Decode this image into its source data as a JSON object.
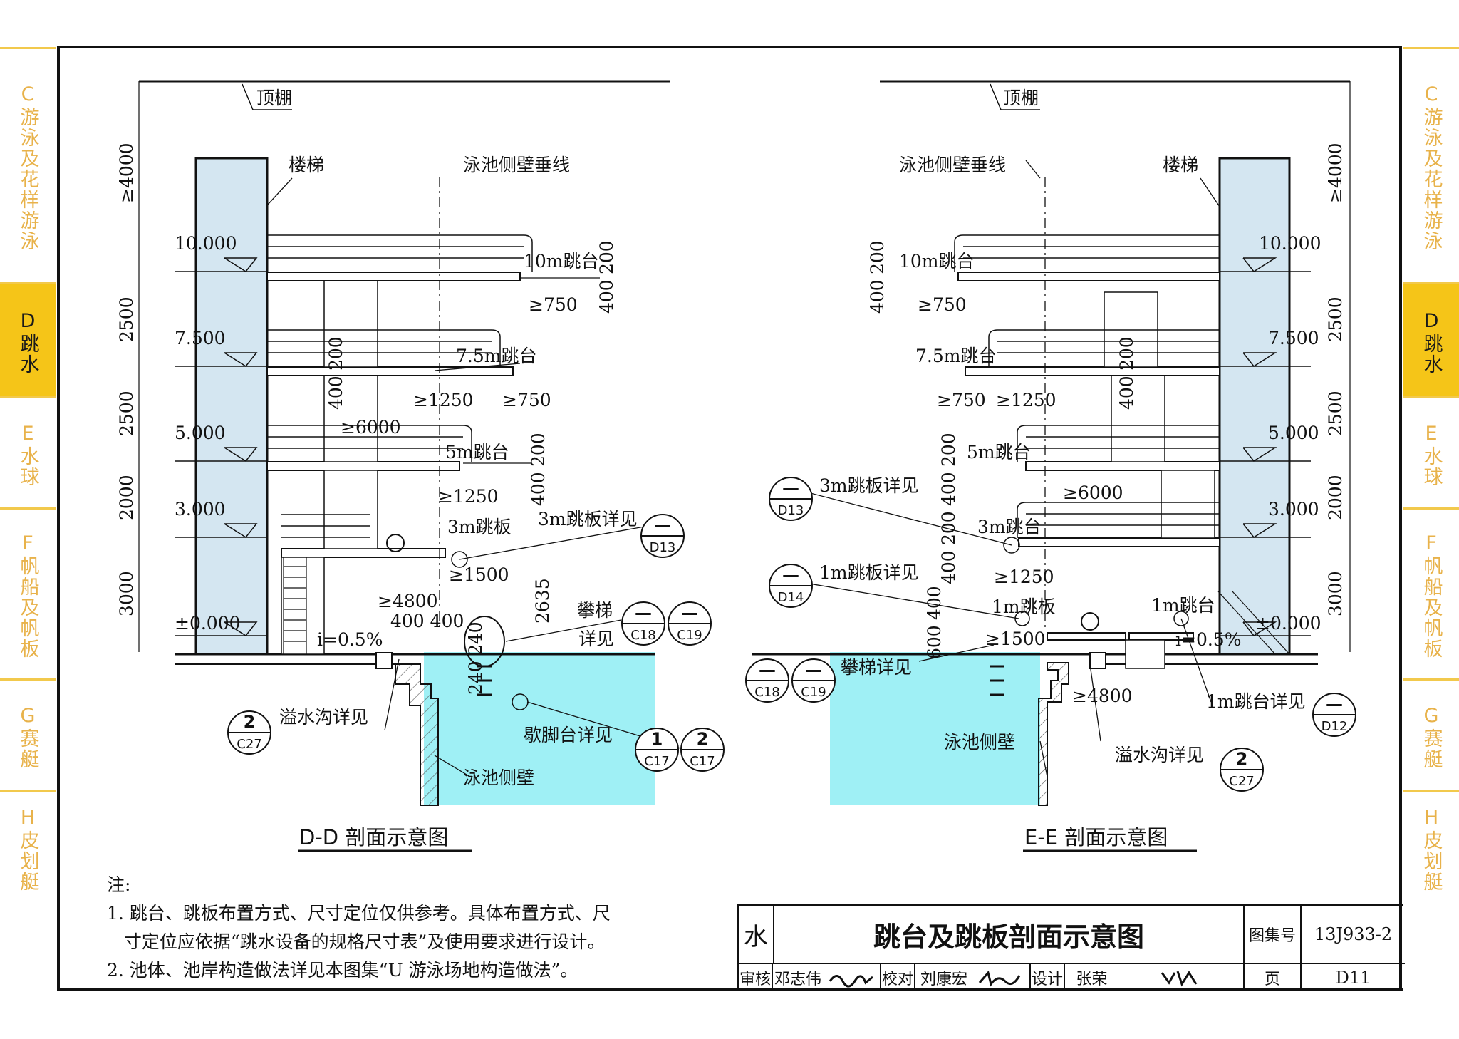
{
  "side_tabs": [
    {
      "letter": "C",
      "name": "游泳及花样游泳",
      "active": false
    },
    {
      "letter": "D",
      "name": "跳水",
      "active": true
    },
    {
      "letter": "E",
      "name": "水球",
      "active": false
    },
    {
      "letter": "F",
      "name": "帆船及帆板",
      "active": false
    },
    {
      "letter": "G",
      "name": "赛艇",
      "active": false
    },
    {
      "letter": "H",
      "name": "皮划艇",
      "active": false
    }
  ],
  "colors": {
    "water": "#9ff0f5",
    "stair": "#d4e6f1",
    "tab_active": "#f5c518",
    "tab_text": "#e8b24a",
    "line": "#111111"
  },
  "dd": {
    "title": "D-D 剖面示意图",
    "ceiling": "顶棚",
    "stair": "楼梯",
    "pool_line": "泳池侧壁垂线",
    "min_height": "≥4000",
    "levels": [
      "10.000",
      "7.500",
      "5.000",
      "3.000",
      "±0.000"
    ],
    "level_gaps": [
      "2500",
      "2500",
      "2000",
      "3000"
    ],
    "platform_10": "10m跳台",
    "platform_75": "7.5m跳台",
    "platform_5": "5m跳台",
    "springboard_3": "3m跳板",
    "springboard_3_detail": "3m跳板详见",
    "d200": "200",
    "d400": "400",
    "d750": "≥750",
    "d1250": "≥1250",
    "d6000": "≥6000",
    "d1500": "≥1500",
    "d4800": "≥4800",
    "d400_400": "400 400",
    "d2635": "2635",
    "d240": "240",
    "slope": "i=0.5%",
    "ladder_detail_1": "攀梯",
    "ladder_detail_2": "详见",
    "overflow_detail": "溢水沟详见",
    "rest_detail": "歇脚台详见",
    "pool_wall": "泳池侧壁",
    "refs": {
      "r1": [
        "—",
        "D13"
      ],
      "r2": [
        "—",
        "C18"
      ],
      "r3": [
        "—",
        "C19"
      ],
      "r4": [
        "2",
        "C27"
      ],
      "r5": [
        "1",
        "C17"
      ],
      "r6": [
        "2",
        "C17"
      ]
    }
  },
  "ee": {
    "title": "E-E 剖面示意图",
    "ceiling": "顶棚",
    "stair": "楼梯",
    "pool_line": "泳池侧壁垂线",
    "min_height": "≥4000",
    "levels": [
      "10.000",
      "7.500",
      "5.000",
      "3.000",
      "±0.000"
    ],
    "level_gaps": [
      "2500",
      "2500",
      "2000",
      "3000"
    ],
    "platform_10": "10m跳台",
    "platform_75": "7.5m跳台",
    "platform_5": "5m跳台",
    "platform_3": "3m跳台",
    "springboard_1": "1m跳板",
    "platform_1": "1m跳台",
    "sb3_detail": "3m跳板详见",
    "sb1_detail": "1m跳板详见",
    "ladder_detail": "攀梯详见",
    "p1_detail": "1m跳台详见",
    "overflow_detail": "溢水沟详见",
    "pool_wall": "泳池侧壁",
    "d200": "200",
    "d400": "400",
    "d600": "600",
    "d750": "≥750",
    "d1250": "≥1250",
    "d6000": "≥6000",
    "d1500": "≥1500",
    "d4800": "≥4800",
    "slope": "i=0.5%",
    "refs": {
      "r1": [
        "—",
        "D13"
      ],
      "r2": [
        "—",
        "D14"
      ],
      "r3": [
        "—",
        "C18"
      ],
      "r4": [
        "—",
        "C19"
      ],
      "r5": [
        "—",
        "D12"
      ],
      "r6": [
        "2",
        "C27"
      ]
    }
  },
  "notes": {
    "heading": "注:",
    "lines": [
      "1. 跳台、跳板布置方式、尺寸定位仅供参考。具体布置方式、尺",
      "   寸定位应依据“跳水设备的规格尺寸表”及使用要求进行设计。",
      "2. 池体、池岸构造做法详见本图集“U 游泳场地构造做法”。"
    ]
  },
  "title_block": {
    "section": "水",
    "title": "跳台及跳板剖面示意图",
    "atlas_label": "图集号",
    "atlas_no": "13J933-2",
    "review_label": "审核",
    "reviewer": "邓志伟",
    "check_label": "校对",
    "checker": "刘康宏",
    "design_label": "设计",
    "designer": "张荣",
    "page_label": "页",
    "page_no": "D11"
  }
}
